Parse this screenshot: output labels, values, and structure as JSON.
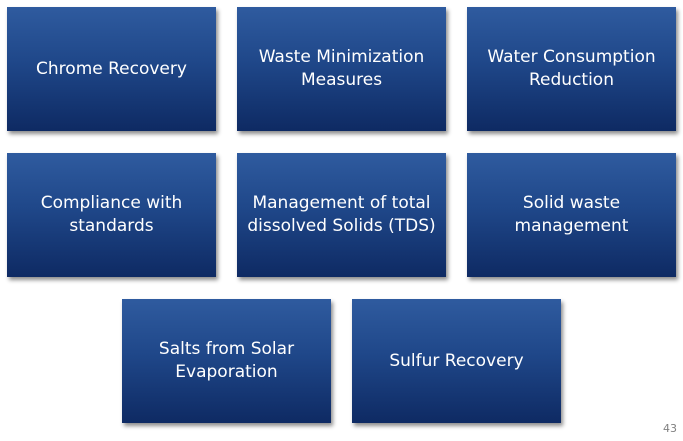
{
  "boxes": [
    {
      "label": "Chrome Recovery"
    },
    {
      "label": "Waste Minimization Measures"
    },
    {
      "label": "Water Consumption Reduction"
    },
    {
      "label": "Compliance with standards"
    },
    {
      "label": "Management of total dissolved Solids (TDS)"
    },
    {
      "label": "Solid waste management"
    },
    {
      "label": "Salts from Solar Evaporation"
    },
    {
      "label": "Sulfur Recovery"
    }
  ],
  "page_number": "43",
  "colors": {
    "box_top": "#2f5b9f",
    "box_bottom": "#0e2a63",
    "text": "#ffffff"
  }
}
